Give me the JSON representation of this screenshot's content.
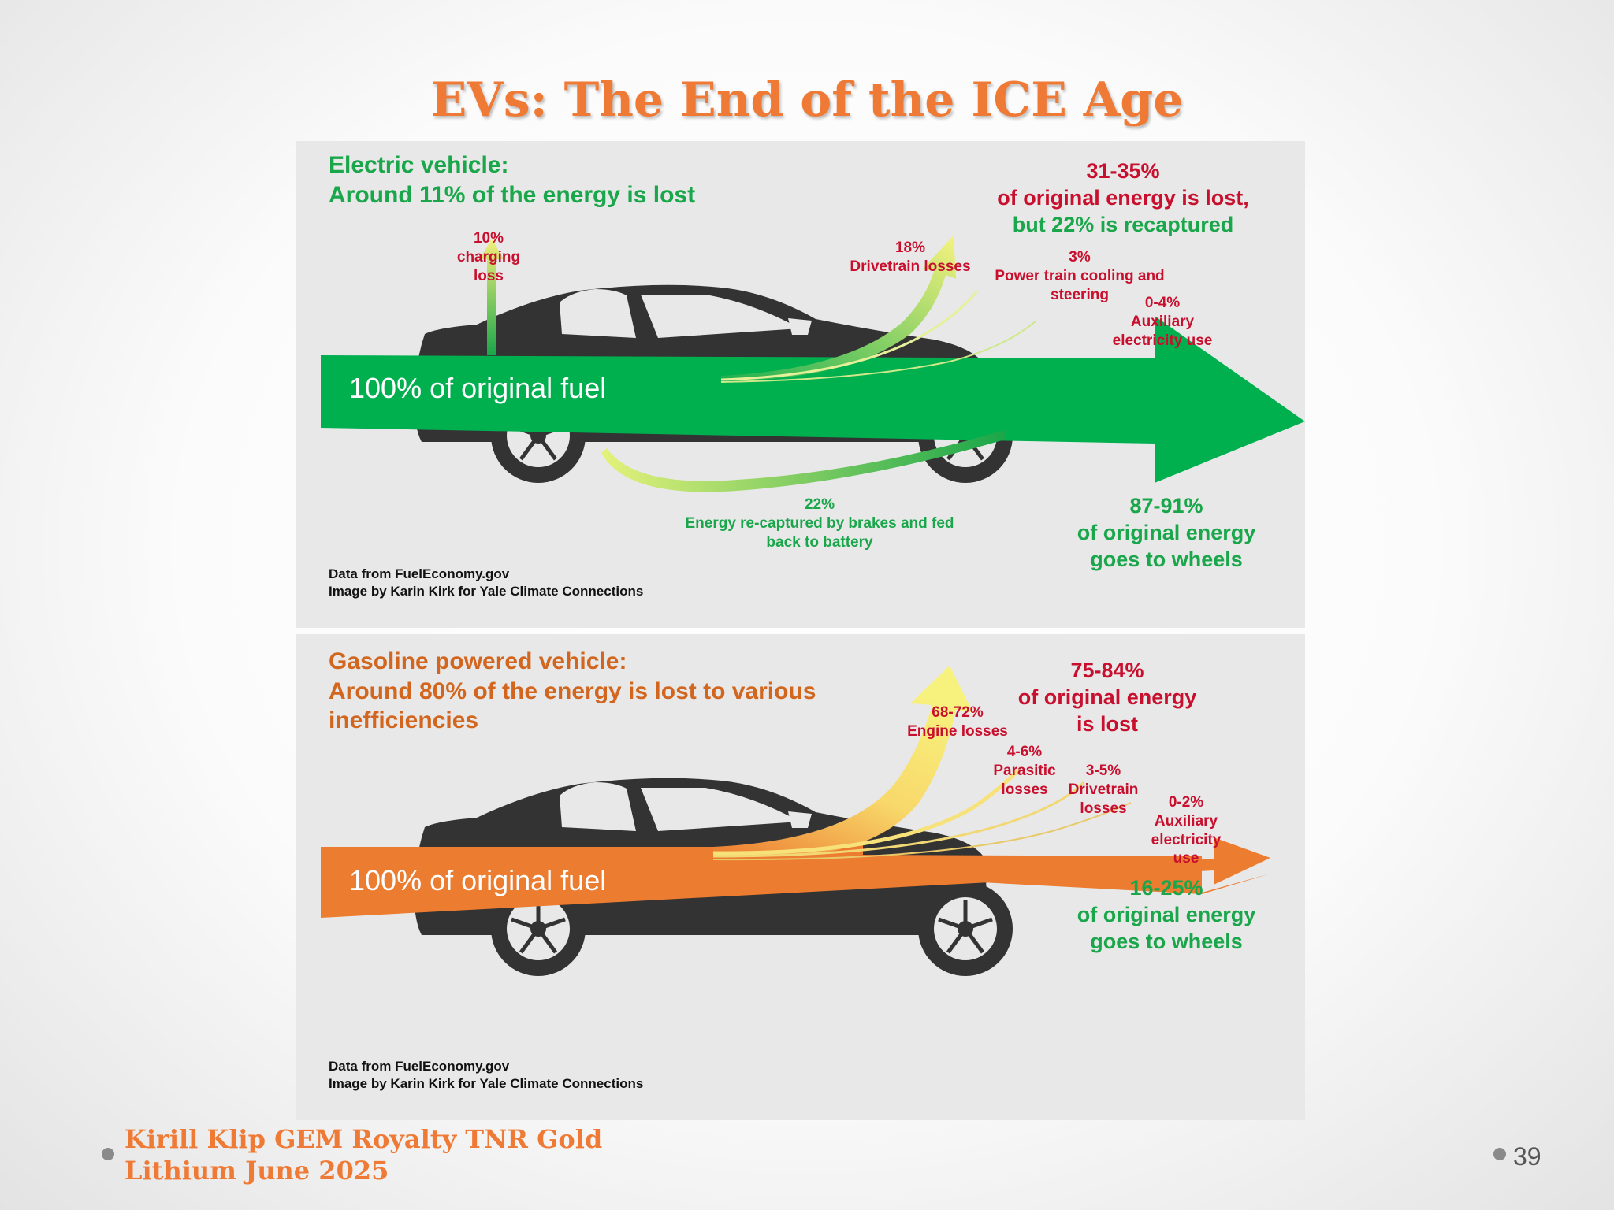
{
  "slide": {
    "title": "EVs: The End of the ICE Age",
    "footer_line1": "Kirill Klip GEM Royalty TNR Gold",
    "footer_line2": "Lithium June 2025",
    "page_number": "39"
  },
  "ev_panel": {
    "heading_line1": "Electric vehicle:",
    "heading_line2": "Around 11% of the energy is lost",
    "fuel_label": "100% of original fuel",
    "charging_pct": "10%",
    "charging_label1": "charging",
    "charging_label2": "loss",
    "drivetrain_pct": "18%",
    "drivetrain_label": "Drivetrain losses",
    "cooling_pct": "3%",
    "cooling_label1": "Power train cooling and",
    "cooling_label2": "steering",
    "aux_pct": "0-4%",
    "aux_label1": "Auxiliary",
    "aux_label2": "electricity use",
    "lost_pct": "31-35%",
    "lost_label1": "of original energy is lost,",
    "lost_label2": "but 22% is recaptured",
    "recapture_pct": "22%",
    "recapture_label1": "Energy re-captured by brakes and fed",
    "recapture_label2": "back to battery",
    "wheels_pct": "87-91%",
    "wheels_label1": "of original energy",
    "wheels_label2": "goes to wheels",
    "credit1": "Data from FuelEconomy.gov",
    "credit2": "Image by Karin Kirk for Yale Climate Connections"
  },
  "gas_panel": {
    "heading_line1": "Gasoline powered vehicle:",
    "heading_line2": "Around 80% of the energy is lost to various",
    "heading_line3": "inefficiencies",
    "fuel_label": "100% of original fuel",
    "engine_pct": "68-72%",
    "engine_label": "Engine losses",
    "parasitic_pct": "4-6%",
    "parasitic_label1": "Parasitic",
    "parasitic_label2": "losses",
    "drivetrain_pct": "3-5%",
    "drivetrain_label1": "Drivetrain",
    "drivetrain_label2": "losses",
    "aux_pct": "0-2%",
    "aux_label1": "Auxiliary",
    "aux_label2": "electricity",
    "aux_label3": "use",
    "lost_pct": "75-84%",
    "lost_label1": "of original energy",
    "lost_label2": "is lost",
    "wheels_pct": "16-25%",
    "wheels_label1": "of original energy",
    "wheels_label2": "goes to wheels",
    "credit1": "Data from FuelEconomy.gov",
    "credit2": "Image by Karin Kirk for Yale Climate Connections"
  },
  "colors": {
    "title": "#ef7a35",
    "ev_green": "#00b04f",
    "gas_orange": "#ec7c30",
    "loss_red": "#c8102e",
    "loss_yellow": "#f5f07a",
    "car": "#333333"
  }
}
